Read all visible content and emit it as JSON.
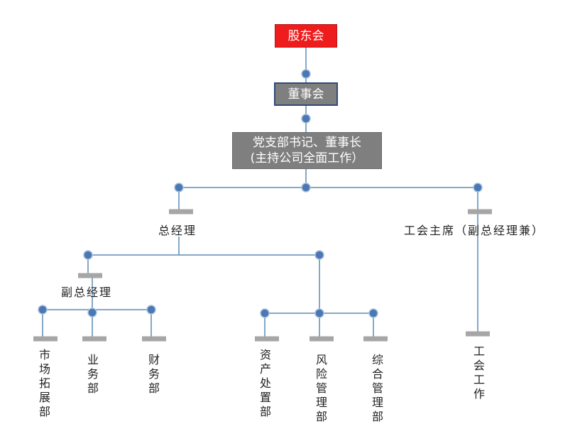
{
  "org_chart": {
    "shareholders": "股东会",
    "board": "董事会",
    "chairman": {
      "line1": "党支部书记、董事长",
      "line2": "(主持公司全面工作）"
    },
    "general_manager": "总经理",
    "union_chairman": "工会主席（副总经理兼）",
    "deputy_general_manager": "副总经理",
    "departments": {
      "market_expansion": "市场拓展部",
      "business": "业务部",
      "finance": "财务部",
      "asset_disposal": "资产处置部",
      "risk_management": "风险管理部",
      "general_management": "综合管理部",
      "union_work": "工会工作"
    }
  },
  "colors": {
    "shareholders_fill": "#ee1c1c",
    "box_fill": "#7f7f7f",
    "board_border": "#2e4a7a",
    "connector_line": "#5b8bb5",
    "node_dot": "#4a78b5",
    "node_dot_ring": "#a9c1dc",
    "bar": "#a6a6a6"
  }
}
